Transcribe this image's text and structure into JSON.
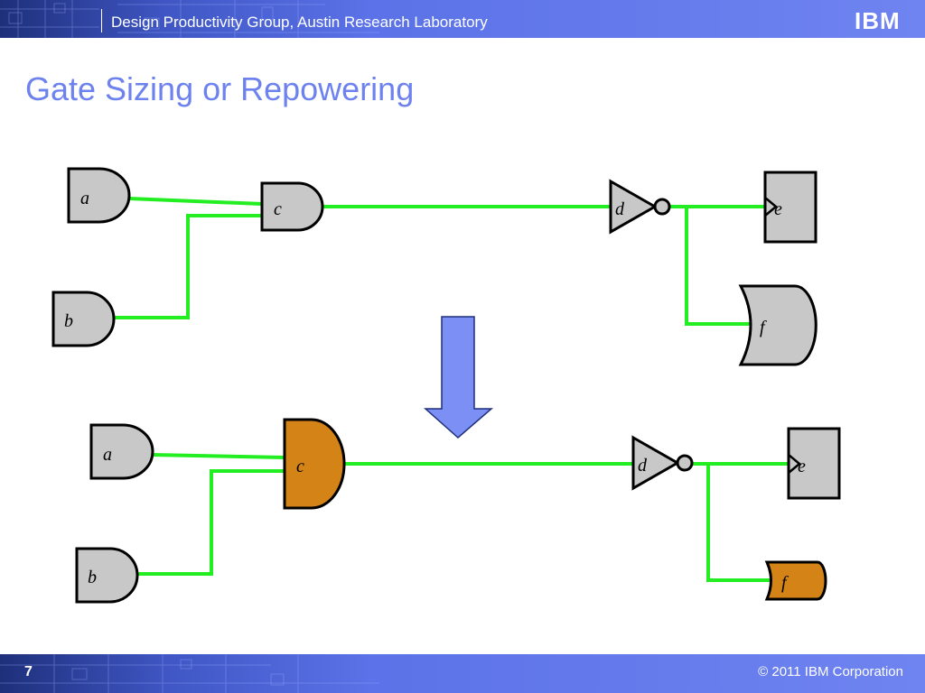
{
  "header": {
    "organization": "Design Productivity Group, Austin Research Laboratory",
    "logo_text": "IBM"
  },
  "slide": {
    "title": "Gate Sizing or Repowering"
  },
  "footer": {
    "page_number": "7",
    "copyright": "© 2011 IBM Corporation"
  },
  "diagram": {
    "before": {
      "gate_labels": {
        "a": "a",
        "b": "b",
        "c": "c",
        "d": "d",
        "e": "e",
        "f": "f"
      }
    },
    "after": {
      "gate_labels": {
        "a": "a",
        "b": "b",
        "c": "c",
        "d": "d",
        "e": "e",
        "f": "f"
      }
    }
  },
  "colors": {
    "wire": "#22ee22",
    "gate": "#c8c8c8",
    "resized_gate": "#d48317",
    "arrow": "#7b8ff5",
    "title": "#6d82ee",
    "bar": "#5b72e8"
  }
}
